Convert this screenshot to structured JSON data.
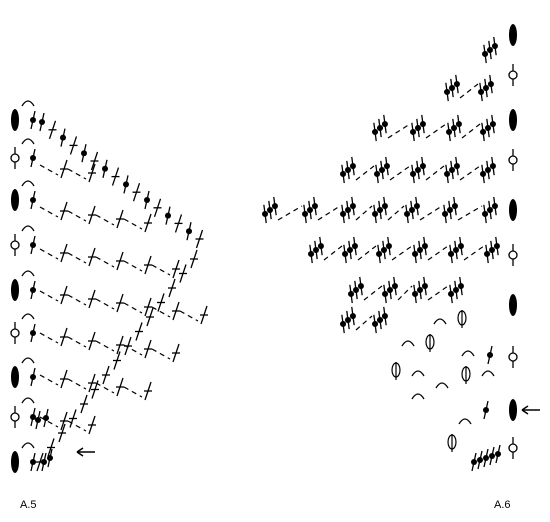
{
  "diagrams": [
    {
      "id": "a5",
      "label": "A.5",
      "row_arrow": true
    },
    {
      "id": "a6",
      "label": "A.6",
      "row_arrow": true
    }
  ],
  "symbols": [
    "chain-loop",
    "double-crochet-cross",
    "dot-stitch",
    "oval-filled",
    "ring-open",
    "cluster-leaf",
    "arrow-left"
  ],
  "colors": {
    "ink": "#000000",
    "paper": "#ffffff"
  }
}
